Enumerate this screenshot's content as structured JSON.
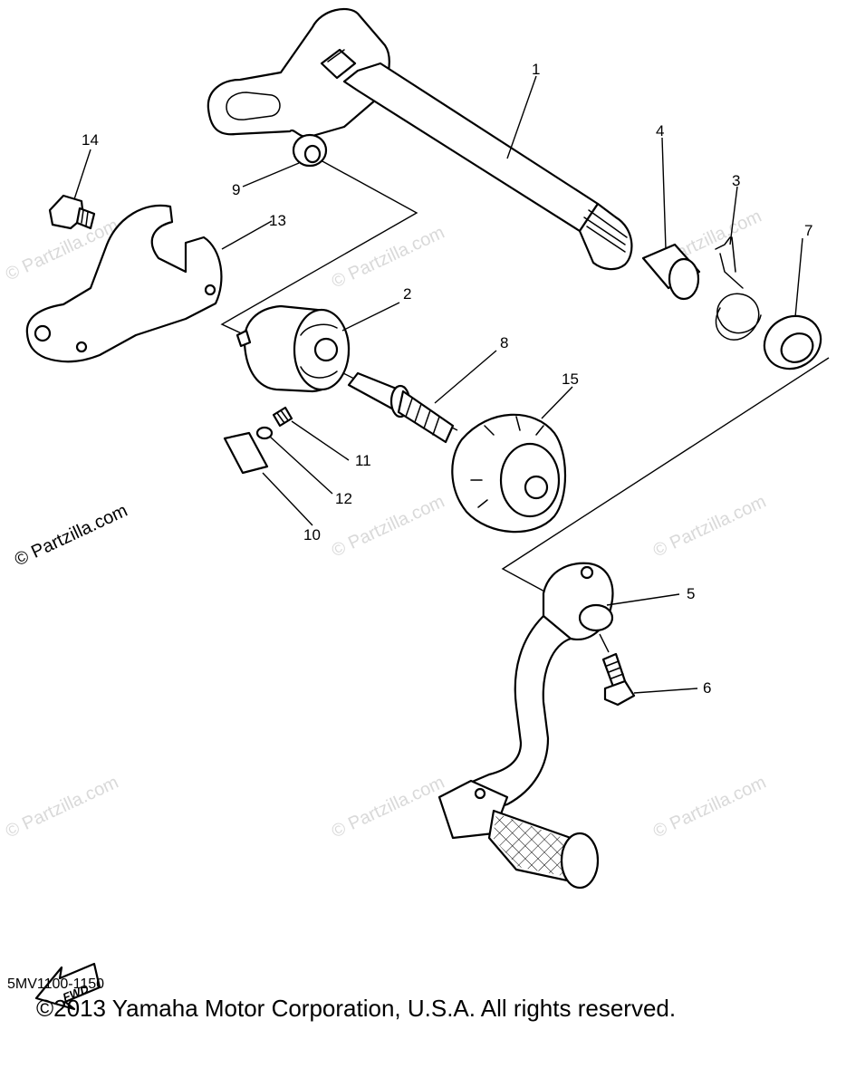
{
  "diagram": {
    "callouts": [
      "1",
      "2",
      "3",
      "4",
      "5",
      "6",
      "7",
      "8",
      "9",
      "10",
      "11",
      "12",
      "13",
      "14",
      "15"
    ],
    "watermark_text": "© Partzilla.com",
    "fwd_label": "FWD",
    "diagram_code": "5MV1100-1150",
    "copyright": "©2013  Yamaha Motor Corporation, U.S.A. All rights reserved."
  }
}
